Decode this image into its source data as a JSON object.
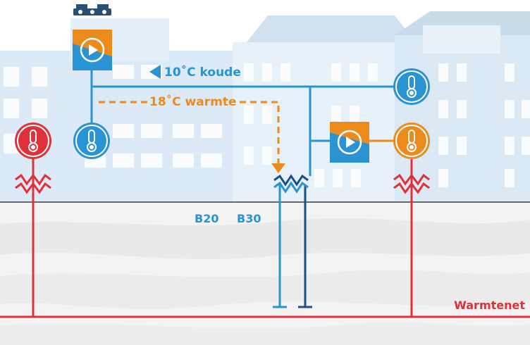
{
  "labels": {
    "cold": "10˚C koude",
    "warm": "18˚C warmte",
    "b20": "B20",
    "b30": "B30",
    "heat_network": "Warmtenet"
  },
  "colors": {
    "blue": "#2a93d4",
    "dark_blue": "#1b4f8c",
    "orange": "#ec8a1c",
    "red": "#e0313a",
    "building": "#d6e8f5",
    "ground": "#f1f1f1"
  },
  "icons": {
    "heat_pump": "play-triangle-in-square",
    "thermometer": "thermometer-icon",
    "heat_exchanger": "zigzag-coil",
    "rooftop_unit": "rooftop-ventilator"
  }
}
